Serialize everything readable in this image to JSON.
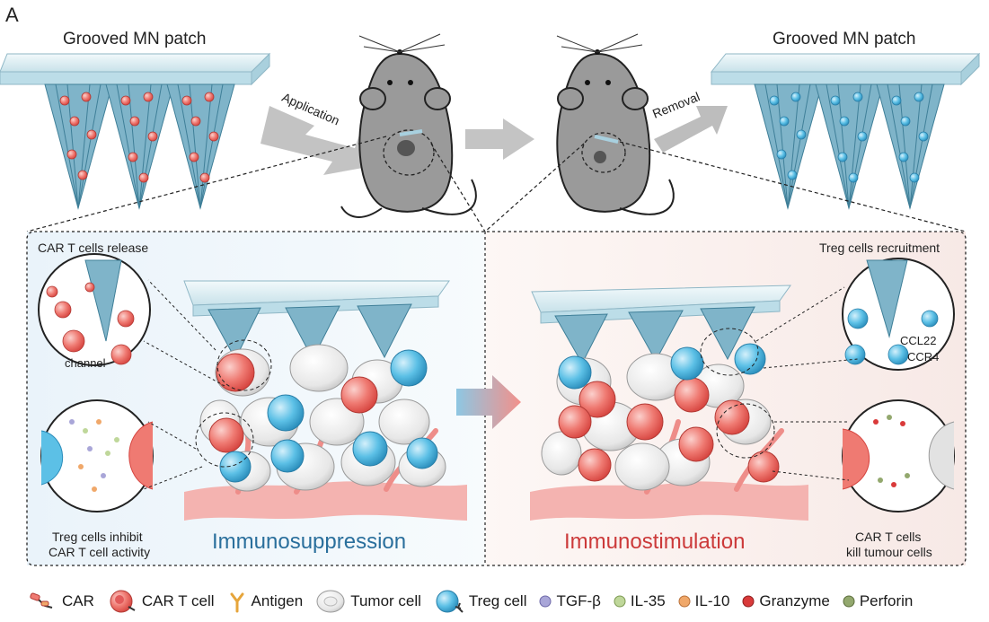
{
  "panel_label": "A",
  "top": {
    "left_patch_title": "Grooved MN patch",
    "right_patch_title": "Grooved MN patch",
    "application_label": "Application",
    "removal_label": "Removal"
  },
  "left_panel": {
    "release_title": "CAR T cells release",
    "channel_label": "channel",
    "inhibit_line1": "Treg cells inhibit",
    "inhibit_line2": "CAR T cell activity",
    "state_label": "Immunosuppression",
    "state_color": "#2a6f9c"
  },
  "right_panel": {
    "recruit_title": "Treg cells recruitment",
    "ccl22_label": "CCL22",
    "ccr4_label": "CCR4",
    "kill_line1": "CAR T cells",
    "kill_line2": "kill tumour cells",
    "state_label": "Immunostimulation",
    "state_color": "#cc3a3a"
  },
  "legend": [
    {
      "icon": "car-icon",
      "label": "CAR"
    },
    {
      "icon": "car-t-cell-icon",
      "label": "CAR T cell"
    },
    {
      "icon": "antigen-icon",
      "label": "Antigen"
    },
    {
      "icon": "tumor-cell-icon",
      "label": "Tumor cell"
    },
    {
      "icon": "treg-cell-icon",
      "label": "Treg cell"
    },
    {
      "icon": "tgf-beta-icon",
      "label": "TGF-β"
    },
    {
      "icon": "il-35-icon",
      "label": "IL-35"
    },
    {
      "icon": "il-10-icon",
      "label": "IL-10"
    },
    {
      "icon": "granzyme-icon",
      "label": "Granzyme"
    },
    {
      "icon": "perforin-icon",
      "label": "Perforin"
    }
  ],
  "colors": {
    "patch": "#cfe5ee",
    "needle": "#7fb4c9",
    "car_t": "#e25a5a",
    "treg": "#3aa6d0",
    "tumor": "#d9d9d9",
    "tissue": "#f3a7a5",
    "tgf_beta": "#a9a6d8",
    "il_35": "#bfd79a",
    "il_10": "#f0a86a",
    "granzyme": "#d93a3a",
    "perforin": "#93a86e"
  }
}
